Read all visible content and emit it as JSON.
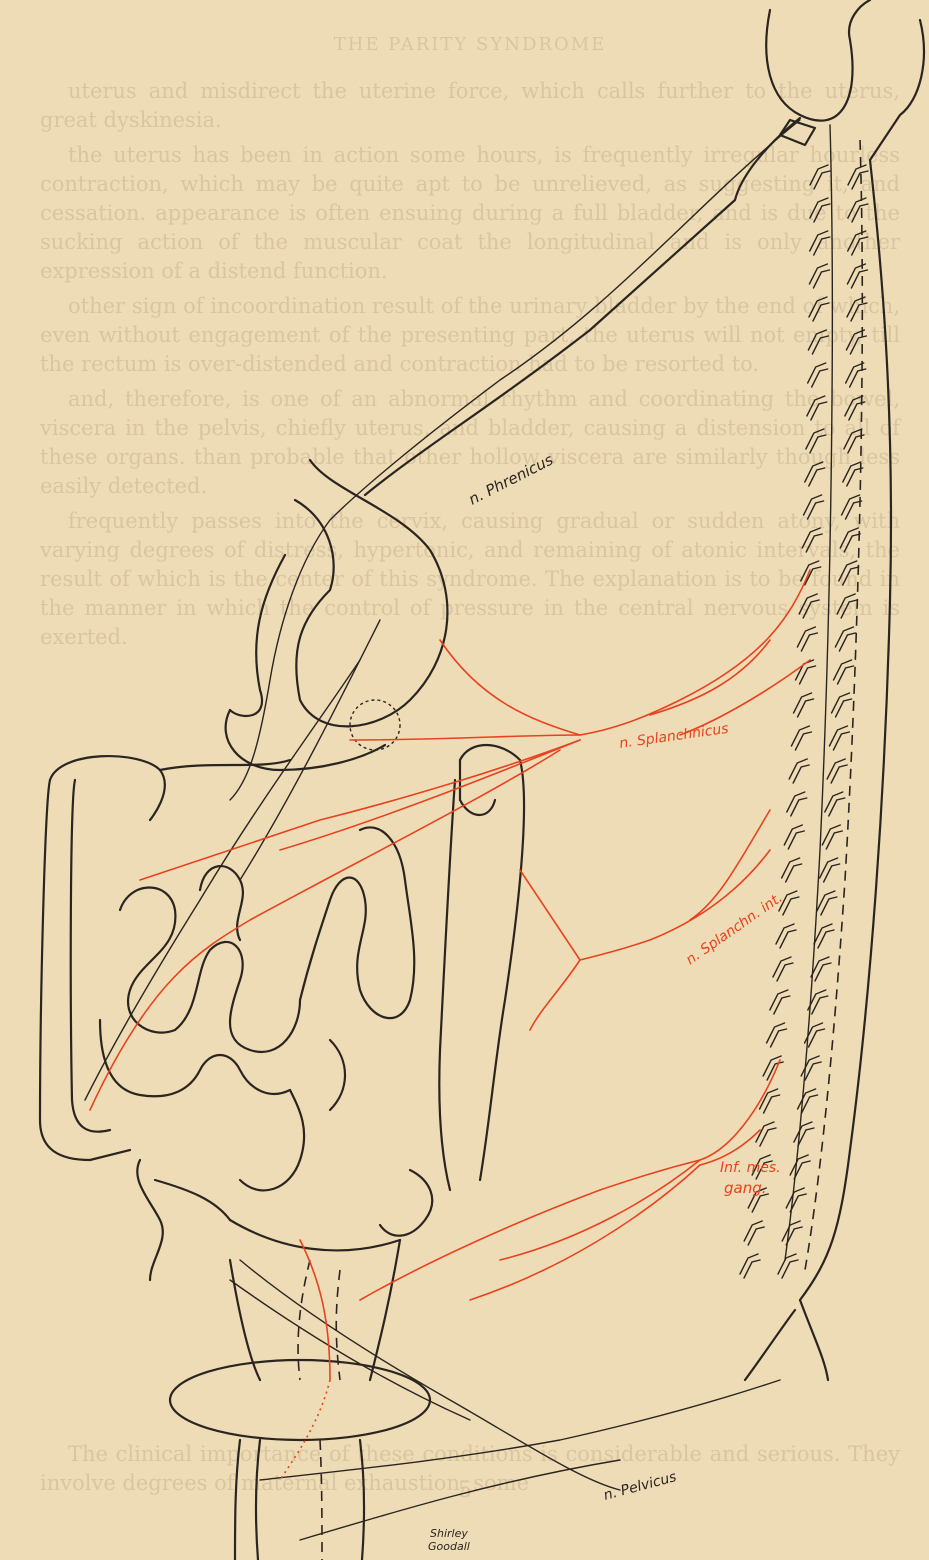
{
  "page": {
    "running_head": "THE PARITY SYNDROME",
    "folio": "5",
    "background_paragraphs": [
      "uterus and misdirect the uterine force, which calls further to the uterus, great dyskinesia.",
      "the uterus has been in action some hours, is frequently irregular hourless contraction, which may be quite apt to be unrelieved, as suggesting it, and cessation. appearance is often ensuing during a full bladder, and is due to the sucking action of the muscular coat the longitudinal and is only another expression of a distend function.",
      "other sign of incoordination result of the urinary bladder by the end of which, even without engagement of the presenting part, the uterus will not empty, till the rectum is over-distended and contraction had to be resorted to.",
      "and, therefore, is one of an abnormal rhythm and coordinating the bowel, viscera in the pelvis, chiefly uterus, and bladder, causing a distension to all of these organs. than probable that other hollow viscera are similarly though less easily detected.",
      "frequently passes into the cervix, causing gradual or sudden atony, with varying degrees of distress, hypertonic, and remaining of atonic intervals, the result of which is the center of this syndrome. The explanation is to be found in the manner in which the control of pressure in the central nervous system is exerted.",
      "The clinical importance of these conditions is considerable and serious. They involve degrees of maternal exhaustion, some"
    ]
  },
  "labels": {
    "phrenicus": "n. Phrenicus",
    "splanchnicus": "n. Splanchnicus",
    "splanch_int": "n. Splanchn. int.",
    "inf_mes_gang_line1": "Inf. mes.",
    "inf_mes_gang_line2": "gang.",
    "pelvicus": "n. Pelvicus",
    "signature_line1": "Shirley",
    "signature_line2": "Goodall"
  },
  "colors": {
    "paper": "#eedcb6",
    "ink": "#2a2520",
    "nerve": "#e8421f",
    "bleed_text": "#c9b48e"
  }
}
